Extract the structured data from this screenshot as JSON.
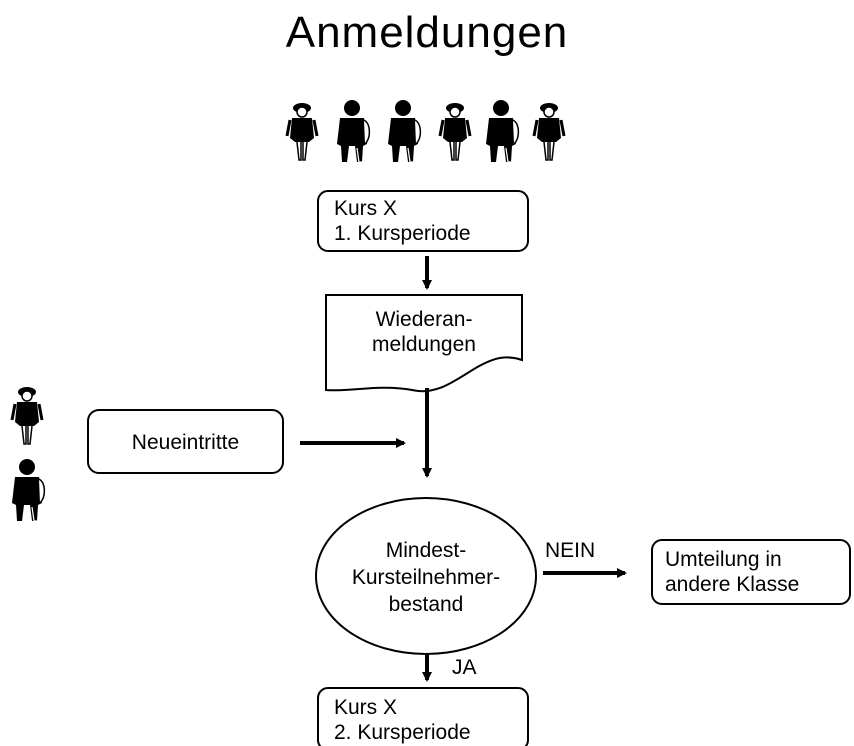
{
  "title": "Anmeldungen",
  "nodes": {
    "kurs_x_1": {
      "line1": "Kurs X",
      "line2": "1. Kursperiode"
    },
    "wiederanmeldungen": {
      "line1": "Wiederan-",
      "line2": "meldungen"
    },
    "neueintritte": {
      "label": "Neueintritte"
    },
    "decision": {
      "line1": "Mindest-",
      "line2": "Kursteilnehmer-",
      "line3": "bestand"
    },
    "umteilung": {
      "line1": "Umteilung in",
      "line2": "andere Klasse"
    },
    "kurs_x_2": {
      "line1": "Kurs X",
      "line2": "2. Kursperiode"
    }
  },
  "edges": {
    "no_label": "NEIN",
    "yes_label": "JA"
  },
  "figures": {
    "top_row": [
      "woman-icon",
      "man-icon",
      "man-icon",
      "woman-icon",
      "man-icon",
      "woman-icon"
    ],
    "side": [
      "woman-icon",
      "man-icon"
    ]
  }
}
